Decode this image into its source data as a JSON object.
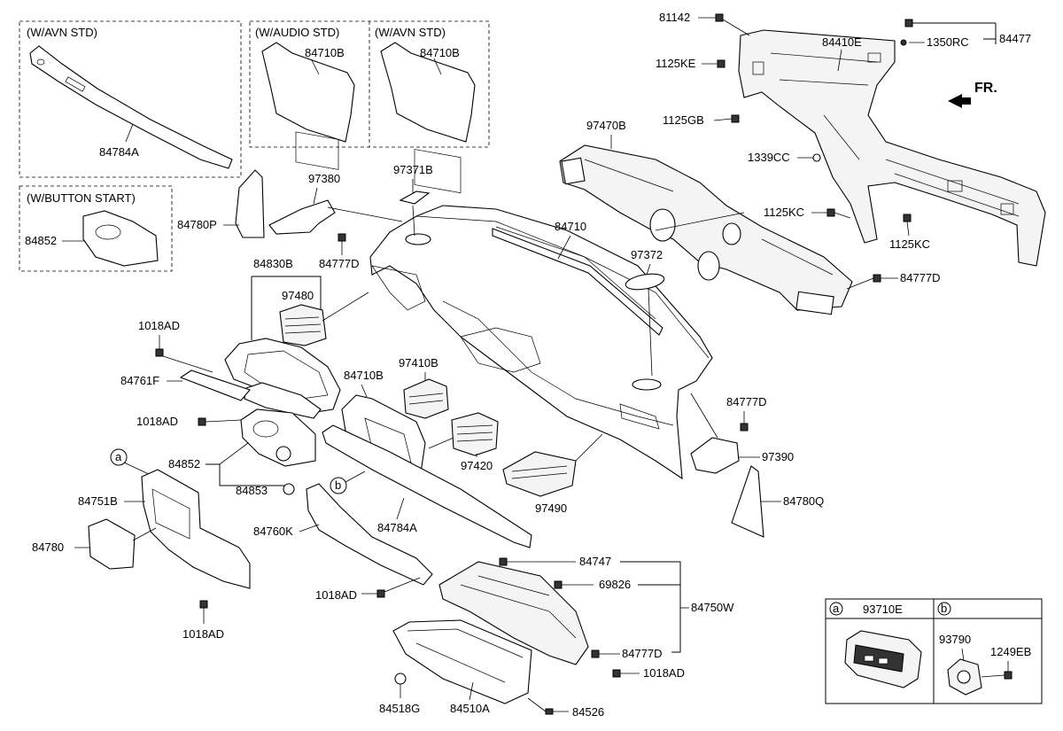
{
  "variant_boxes": {
    "avn_std_left": "(W/AVN STD)",
    "audio_std": "(W/AUDIO STD)",
    "avn_std_right": "(W/AVN STD)",
    "button_start": "(W/BUTTON START)"
  },
  "parts": {
    "p81142": "81142",
    "p1125KE": "1125KE",
    "p84410E": "84410E",
    "p1350RC": "1350RC",
    "p84477": "84477",
    "fr": "FR.",
    "p1125GB": "1125GB",
    "p1339CC": "1339CC",
    "p1125KC_a": "1125KC",
    "p1125KC_b": "1125KC",
    "p84777D_top": "84777D",
    "p84784A_top": "84784A",
    "p84710B_audio": "84710B",
    "p84710B_avn": "84710B",
    "p84852_btn": "84852",
    "p97470B": "97470B",
    "p97380": "97380",
    "p97371B": "97371B",
    "p84710": "84710",
    "p84780P": "84780P",
    "p84777D_mid": "84777D",
    "p97372": "97372",
    "p84830B": "84830B",
    "p97480": "97480",
    "p1018AD_1": "1018AD",
    "p84761F": "84761F",
    "p84710B_main": "84710B",
    "p97410B": "97410B",
    "p1018AD_2": "1018AD",
    "p84777D_right": "84777D",
    "p84852_main": "84852",
    "p97420": "97420",
    "p97390": "97390",
    "p84751B": "84751B",
    "p84853": "84853",
    "p97490": "97490",
    "p84780Q": "84780Q",
    "p84780": "84780",
    "p84760K": "84760K",
    "p84784A_main": "84784A",
    "p84747": "84747",
    "p1018AD_3": "1018AD",
    "p69826": "69826",
    "p84750W": "84750W",
    "p1018AD_4": "1018AD",
    "p84777D_low": "84777D",
    "p1018AD_5": "1018AD",
    "p84518G": "84518G",
    "p84510A": "84510A",
    "p84526": "84526",
    "callout_a": "a",
    "callout_b": "b"
  },
  "legend": {
    "a_label": "a",
    "a_part": "93710E",
    "b_label": "b",
    "b_part1": "93790",
    "b_part2": "1249EB"
  }
}
